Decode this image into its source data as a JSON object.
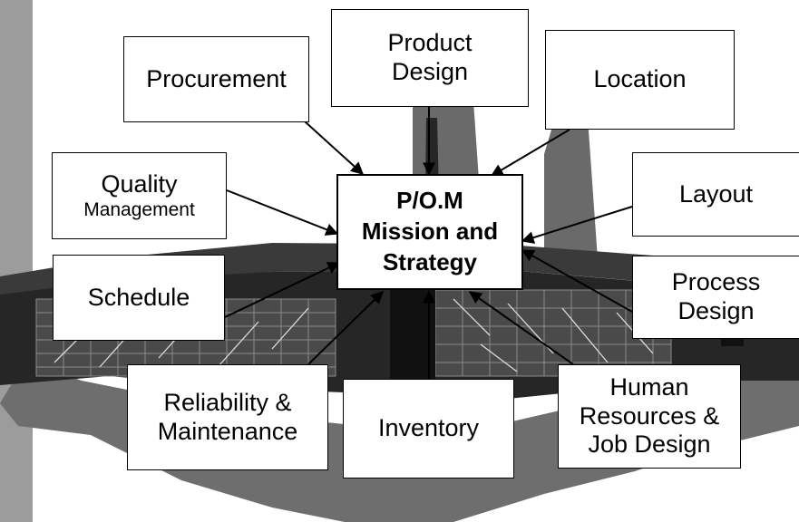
{
  "colors": {
    "background": "#ffffff",
    "left_strip": "#9c9c9c",
    "factory_dark": "#262626",
    "factory_mid": "#6a6a6a",
    "ground": "#6e6e6e",
    "box_fill": "#ffffff",
    "line": "#000000"
  },
  "center": {
    "line1": "P/O.M",
    "line2": "Mission and",
    "line3": "Strategy"
  },
  "nodes": {
    "procurement": {
      "line1": "Procurement"
    },
    "product_design": {
      "line1": "Product",
      "line2": "Design"
    },
    "location": {
      "line1": "Location"
    },
    "quality": {
      "line1": "Quality",
      "line2": "Management"
    },
    "layout": {
      "line1": "Layout"
    },
    "schedule": {
      "line1": "Schedule"
    },
    "process_design": {
      "line1": "Process",
      "line2": "Design"
    },
    "reliability": {
      "line1": "Reliability &",
      "line2": "Maintenance"
    },
    "inventory": {
      "line1": "Inventory"
    },
    "human_resources": {
      "line1": "Human",
      "line2": "Resources &",
      "line3": "Job Design"
    }
  },
  "connections": [
    {
      "from": "procurement",
      "to": "center"
    },
    {
      "from": "product_design",
      "to": "center"
    },
    {
      "from": "location",
      "to": "center"
    },
    {
      "from": "quality",
      "to": "center"
    },
    {
      "from": "layout",
      "to": "center"
    },
    {
      "from": "schedule",
      "to": "center"
    },
    {
      "from": "process_design",
      "to": "center"
    },
    {
      "from": "reliability",
      "to": "center"
    },
    {
      "from": "inventory",
      "to": "center"
    },
    {
      "from": "human_resources",
      "to": "center"
    }
  ]
}
